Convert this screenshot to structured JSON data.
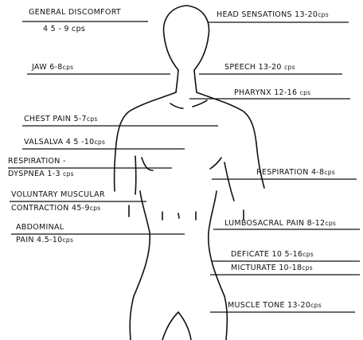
{
  "labels": {
    "general_discomfort": {
      "main": "GENERAL DISCOMFORT",
      "value": "4 5 - 9 cps"
    },
    "jaw": {
      "main": "JAW 6-8",
      "unit": "cps"
    },
    "chest_pain": {
      "main": "CHEST PAIN 5-7",
      "unit": "cps"
    },
    "valsalva": {
      "main": "VALSALVA 4 5 -10",
      "unit": "cps"
    },
    "respiration_dyspnea": {
      "line1": "RESPIRATION -",
      "line2": "DYSPNEA 1-3",
      "unit": "cps"
    },
    "voluntary_muscular": {
      "line1": "VOLUNTARY MUSCULAR",
      "line2": "CONTRACTION 45-9",
      "unit": "cps"
    },
    "abdominal_pain": {
      "line1": "ABDOMINAL",
      "line2": "PAIN 4.5-10",
      "unit": "cps"
    },
    "head_sensations": {
      "main": "HEAD SENSATIONS 13-20",
      "unit": "cps"
    },
    "speech": {
      "main": "SPEECH 13-20",
      "unit": "cps"
    },
    "pharynx": {
      "main": "PHARYNX 12-16",
      "unit": "cps"
    },
    "respiration": {
      "main": "RESPIRATION 4-8",
      "unit": "cps"
    },
    "lumbosacral_pain": {
      "main": "LUMBOSACRAL PAIN 8-12",
      "unit": "cps"
    },
    "defecate": {
      "main": "DEFICATE 10 5-16",
      "unit": "cps"
    },
    "micturate": {
      "main": "MICTURATE 10-18",
      "unit": "cps"
    },
    "muscle_tone": {
      "main": "MUSCLE TONE 13-20",
      "unit": "cps"
    }
  }
}
